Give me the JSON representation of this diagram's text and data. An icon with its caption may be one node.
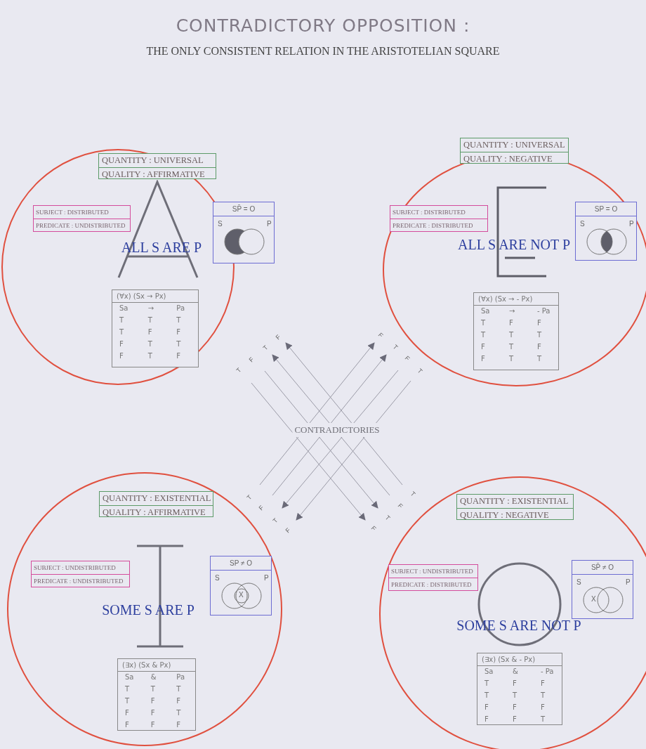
{
  "diagram": {
    "title": "CONTRADICTORY OPPOSITION :",
    "nodes": [
      {
        "text": [
          "ALL S ARE P"
        ]
      },
      {
        "text": [
          "QUANTITY : UNIVERSAL",
          "QUALITY : AFFIRMATIVE"
        ],
        "in": 0
      },
      {
        "text": [
          "SUBJECT : DISTRIBUTED",
          "PREDICATE : UNDISTRIBUTED"
        ],
        "in": 0
      },
      {
        "text": [
          "SP̄ = O",
          "S",
          "P"
        ]
      },
      {
        "text": [
          "(∀x) (Sx → Px)",
          "Sa",
          "→",
          "Pa",
          "T",
          "T",
          "T",
          "T",
          "F",
          "F",
          "F",
          "T",
          "T",
          "F",
          "T",
          "F"
        ],
        "in": 0
      },
      {
        "text": [
          "ALL S ARE NOT P"
        ]
      },
      {
        "text": [
          "QUANTITY : UNIVERSAL",
          "QUALITY : NEGATIVE"
        ]
      },
      {
        "text": [
          "SUBJECT : DISTRIBUTED",
          "PREDICATE : DISTRIBUTED"
        ],
        "in": 5
      },
      {
        "text": [
          "SP = O",
          "S",
          "P"
        ],
        "in": 5
      },
      {
        "text": [
          "(∀x) (Sx → - Px)",
          "Sa",
          "→",
          "- Pa",
          "T",
          "F",
          "F",
          "T",
          "T",
          "T",
          "F",
          "T",
          "F",
          "F",
          "T",
          "T"
        ],
        "in": 5
      },
      {
        "text": [
          "SOME S ARE P"
        ]
      },
      {
        "text": [
          "QUANTITY : EXISTENTIAL",
          "QUALITY : AFFIRMATIVE"
        ],
        "in": 10
      },
      {
        "text": [
          "SUBJECT : UNDISTRIBUTED",
          "PREDICATE : UNDISTRIBUTED"
        ],
        "in": 10
      },
      {
        "text": [
          "SP ≠ O",
          "S",
          "P",
          "X"
        ],
        "in": 10
      },
      {
        "text": [
          "(∃x) (Sx & Px)",
          "Sa",
          "&",
          "Pa",
          "T",
          "T",
          "T",
          "T",
          "F",
          "F",
          "F",
          "F",
          "T",
          "F",
          "F",
          "F"
        ],
        "in": 10
      },
      {
        "text": [
          "SOME S ARE NOT P"
        ]
      },
      {
        "text": [
          "QUANTITY : EXISTENTIAL",
          "QUALITY : NEGATIVE"
        ],
        "in": 15
      },
      {
        "text": [
          "SUBJECT : UNDISTRIBUTED",
          "PREDICATE : DISTRIBUTED"
        ],
        "in": 15
      },
      {
        "text": [
          "SP̄ ≠ O",
          "S",
          "P",
          "X"
        ],
        "in": 15
      },
      {
        "text": [
          "(∃x) (Sx & - Px)",
          "Sa",
          "&",
          "- Pa",
          "T",
          "F",
          "F",
          "T",
          "T",
          "T",
          "F",
          "F",
          "F",
          "F",
          "F",
          "T"
        ],
        "in": 15
      }
    ],
    "edges": [
      {
        "from": 0,
        "to": 15,
        "arrow": "to"
      },
      {
        "from": 0,
        "to": 15,
        "arrow": "to"
      },
      {
        "from": 15,
        "to": 0,
        "arrow": "to"
      },
      {
        "from": 15,
        "to": 0,
        "arrow": "to"
      },
      {
        "from": 10,
        "to": 5,
        "arrow": "to"
      },
      {
        "from": 10,
        "to": 5,
        "arrow": "to"
      },
      {
        "from": 5,
        "to": 10,
        "arrow": "to"
      },
      {
        "from": 5,
        "to": 10,
        "arrow": "to"
      }
    ],
    "labels": [
      "THE ONLY CONSISTENT RELATION IN THE ARISTOTELIAN SQUARE",
      "T",
      "F",
      "T",
      "F",
      "F",
      "T",
      "F",
      "T",
      "CONTRADICTORIES",
      "T",
      "F",
      "T",
      "F",
      "T",
      "F",
      "T",
      "F"
    ]
  }
}
